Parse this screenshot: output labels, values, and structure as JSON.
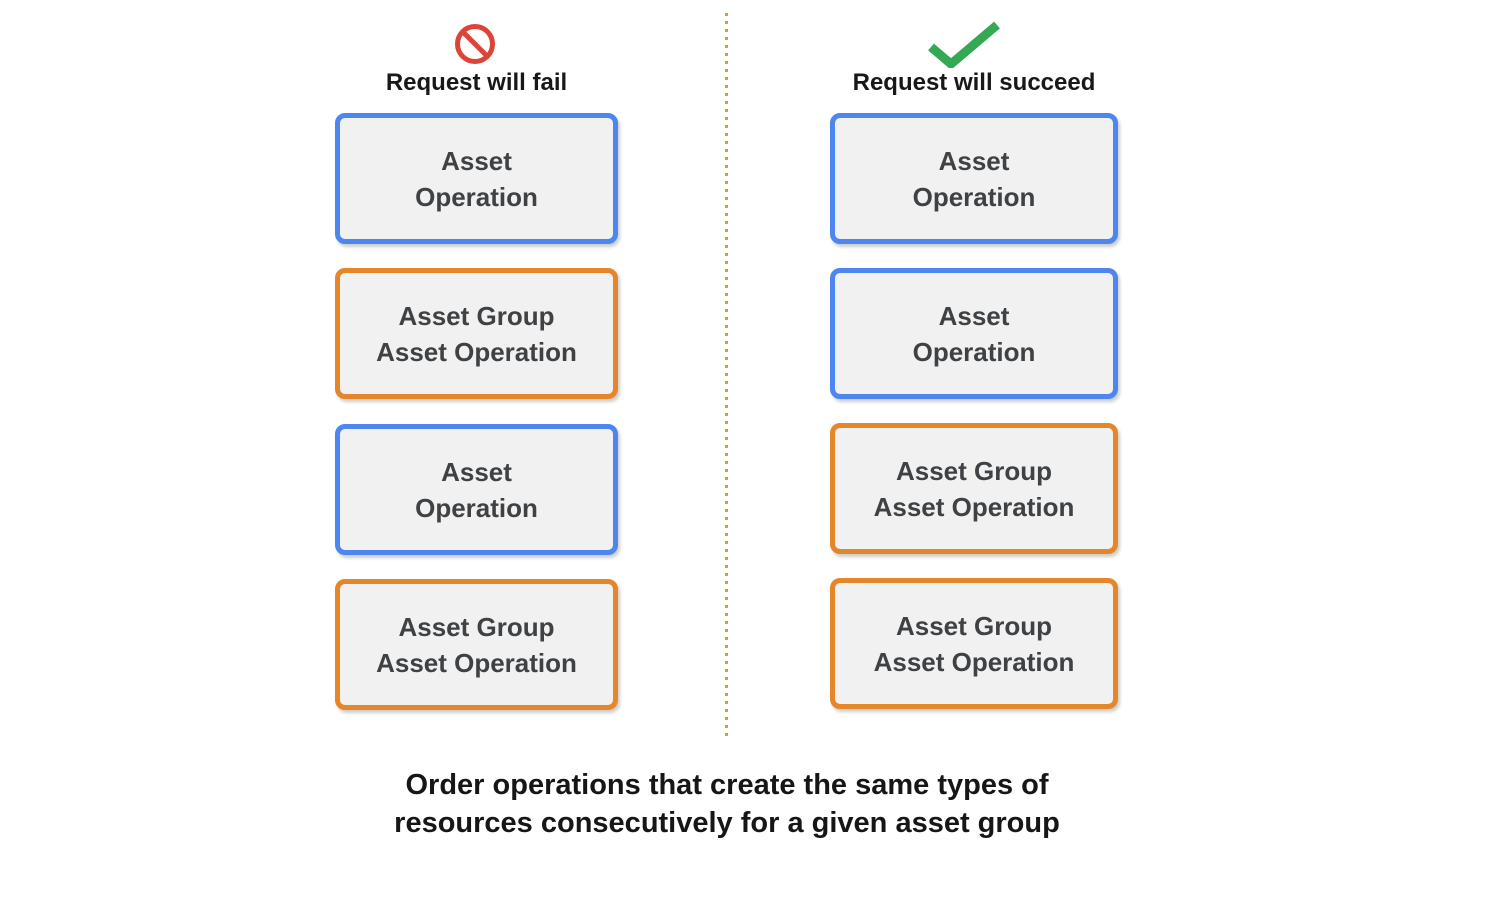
{
  "diagram": {
    "caption": "Order operations that create the same types of\nresources consecutively for a given asset group",
    "columns": [
      {
        "header": "Request will fail",
        "icon": "prohibition-icon",
        "boxes": [
          {
            "type": "asset-operation",
            "label": "Asset\nOperation"
          },
          {
            "type": "asset-group-asset-operation",
            "label": "Asset Group\nAsset Operation"
          },
          {
            "type": "asset-operation",
            "label": "Asset\nOperation"
          },
          {
            "type": "asset-group-asset-operation",
            "label": "Asset Group\nAsset Operation"
          }
        ]
      },
      {
        "header": "Request will succeed",
        "icon": "checkmark-icon",
        "boxes": [
          {
            "type": "asset-operation",
            "label": "Asset\nOperation"
          },
          {
            "type": "asset-operation",
            "label": "Asset\nOperation"
          },
          {
            "type": "asset-group-asset-operation",
            "label": "Asset Group\nAsset Operation"
          },
          {
            "type": "asset-group-asset-operation",
            "label": "Asset Group\nAsset Operation"
          }
        ]
      }
    ],
    "colors": {
      "asset_operation_border": "#4D86EE",
      "asset_group_asset_operation_border": "#E6862A",
      "box_background": "#F1F1F1",
      "box_text": "#3F4245",
      "fail_icon_red": "#DC4437",
      "success_icon_green": "#34A853",
      "divider_orange": "#E8952F"
    }
  }
}
